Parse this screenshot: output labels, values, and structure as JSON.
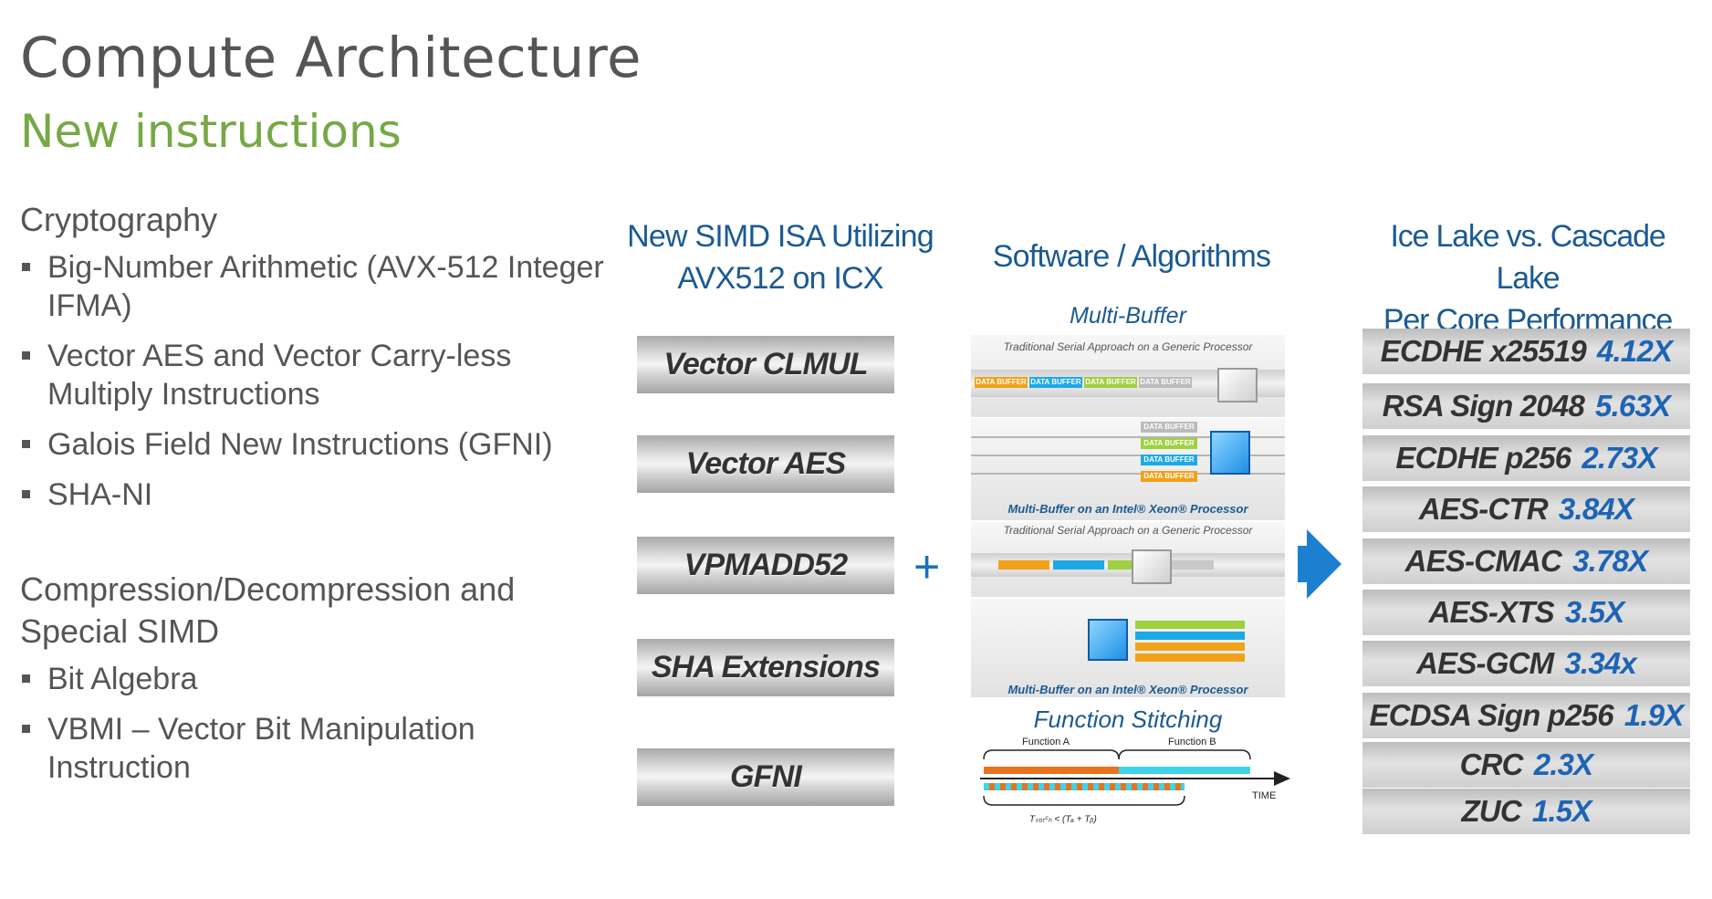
{
  "header": {
    "title": "Compute Architecture",
    "subtitle": "New instructions"
  },
  "left": {
    "crypto": {
      "heading": "Cryptography",
      "items": [
        "Big-Number Arithmetic (AVX-512 Integer IFMA)",
        "Vector AES and Vector Carry-less Multiply Instructions",
        "Galois Field New Instructions (GFNI)",
        "SHA-NI"
      ]
    },
    "compression": {
      "heading": "Compression/Decompression and Special SIMD",
      "items": [
        "Bit Algebra",
        "VBMI – Vector Bit Manipulation Instruction"
      ]
    }
  },
  "isa": {
    "heading_line1": "New SIMD ISA Utilizing",
    "heading_line2": "AVX512 on ICX",
    "items": [
      "Vector CLMUL",
      "Vector AES",
      "VPMADD52",
      "SHA Extensions",
      "GFNI"
    ],
    "plus": "+"
  },
  "algorithms": {
    "heading": "Software / Algorithms",
    "multi_buffer_label": "Multi-Buffer",
    "serial_caption": "Traditional Serial Approach on a Generic Processor",
    "multibuffer_caption": "Multi-Buffer on an Intel® Xeon® Processor",
    "data_buffer": "DATA BUFFER",
    "function_stitching_label": "Function Stitching",
    "function_a": "Function A",
    "function_b": "Function B",
    "time_label": "TIME",
    "stitch_formula": "Tₛₜᵢₜᶜₕ < (Tₐ + Tᵦ)"
  },
  "performance": {
    "heading_line1": "Ice Lake vs. Cascade Lake",
    "heading_line2": "Per Core Performance",
    "rows": [
      {
        "name": "ECDHE x25519",
        "value": "4.12X"
      },
      {
        "name": "RSA Sign 2048",
        "value": "5.63X"
      },
      {
        "name": "ECDHE p256",
        "value": "2.73X"
      },
      {
        "name": "AES-CTR",
        "value": "3.84X"
      },
      {
        "name": "AES-CMAC",
        "value": "3.78X"
      },
      {
        "name": "AES-XTS",
        "value": "3.5X"
      },
      {
        "name": "AES-GCM",
        "value": "3.34x"
      },
      {
        "name": "ECDSA Sign p256",
        "value": "1.9X"
      },
      {
        "name": "CRC",
        "value": "2.3X"
      },
      {
        "name": "ZUC",
        "value": "1.5X"
      }
    ]
  },
  "colors": {
    "title": "#555555",
    "subtitle_green": "#76a845",
    "heading_blue": "#1b5a93",
    "value_blue": "#1e64b4",
    "arrow_blue": "#1d7fd0"
  }
}
